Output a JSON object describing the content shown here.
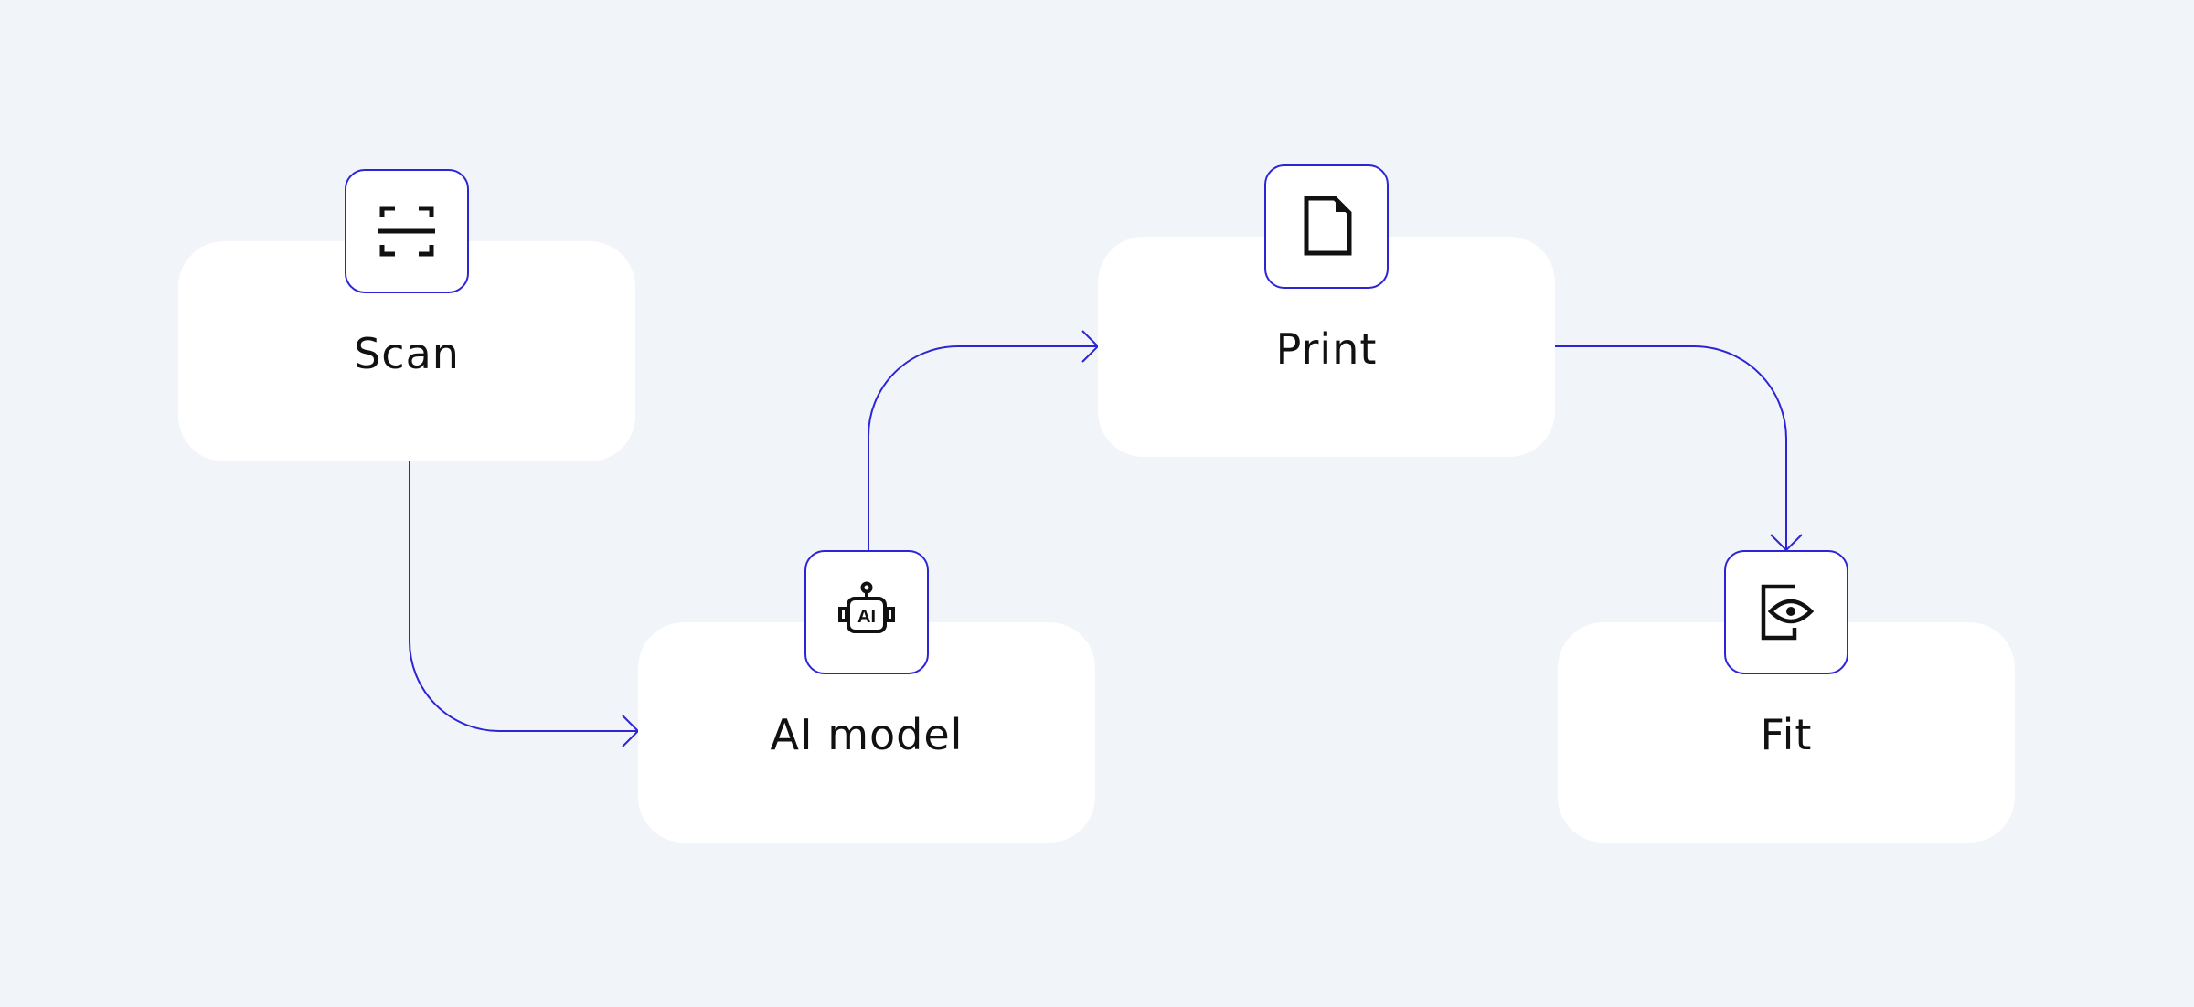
{
  "diagram": {
    "colors": {
      "background": "#f1f4f9",
      "card": "#ffffff",
      "accent": "#2d24d6",
      "text": "#111111"
    },
    "nodes": [
      {
        "id": "scan",
        "label": "Scan",
        "icon": "scan-icon"
      },
      {
        "id": "ai",
        "label": "AI model",
        "icon": "robot-ai-icon"
      },
      {
        "id": "print",
        "label": "Print",
        "icon": "document-icon"
      },
      {
        "id": "fit",
        "label": "Fit",
        "icon": "document-eye-icon"
      }
    ],
    "edges": [
      {
        "from": "scan",
        "to": "ai"
      },
      {
        "from": "ai",
        "to": "print"
      },
      {
        "from": "print",
        "to": "fit"
      }
    ],
    "icon_texts": {
      "ai_badge": "AI"
    }
  }
}
